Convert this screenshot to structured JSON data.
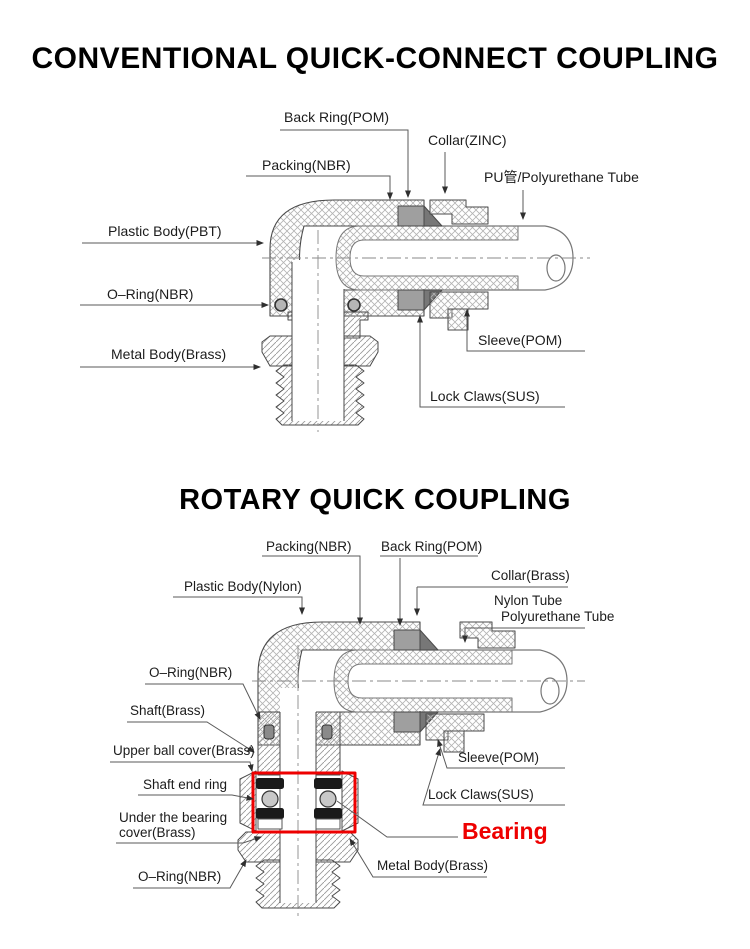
{
  "colors": {
    "accent_red": "#ee0000",
    "line": "#4a4a4a",
    "label_text": "#1c1c1c"
  },
  "sections": [
    {
      "id": "conventional",
      "title": "CONVENTIONAL QUICK-CONNECT COUPLING",
      "labels": {
        "back_ring": "Back Ring(POM)",
        "collar": "Collar(ZINC)",
        "packing": "Packing(NBR)",
        "pu_tube": "PU管/Polyurethane Tube",
        "plastic_body": "Plastic Body(PBT)",
        "o_ring": "O–Ring(NBR)",
        "metal_body": "Metal Body(Brass)",
        "sleeve": "Sleeve(POM)",
        "lock_claws": "Lock Claws(SUS)"
      }
    },
    {
      "id": "rotary",
      "title": "ROTARY QUICK COUPLING",
      "labels": {
        "packing": "Packing(NBR)",
        "back_ring": "Back Ring(POM)",
        "collar": "Collar(Brass)",
        "plastic_body": "Plastic Body(Nylon)",
        "tube_line1": "Nylon Tube",
        "tube_line2": "Polyurethane Tube",
        "o_ring_top": "O–Ring(NBR)",
        "shaft": "Shaft(Brass)",
        "upper_ball_cover": "Upper ball cover(Brass)",
        "shaft_end_ring": "Shaft end ring",
        "under_bearing_line1": "Under the bearing",
        "under_bearing_line2": "cover(Brass)",
        "o_ring_bottom": "O–Ring(NBR)",
        "sleeve": "Sleeve(POM)",
        "lock_claws": "Lock Claws(SUS)",
        "bearing": "Bearing",
        "metal_body": "Metal Body(Brass)"
      }
    }
  ]
}
